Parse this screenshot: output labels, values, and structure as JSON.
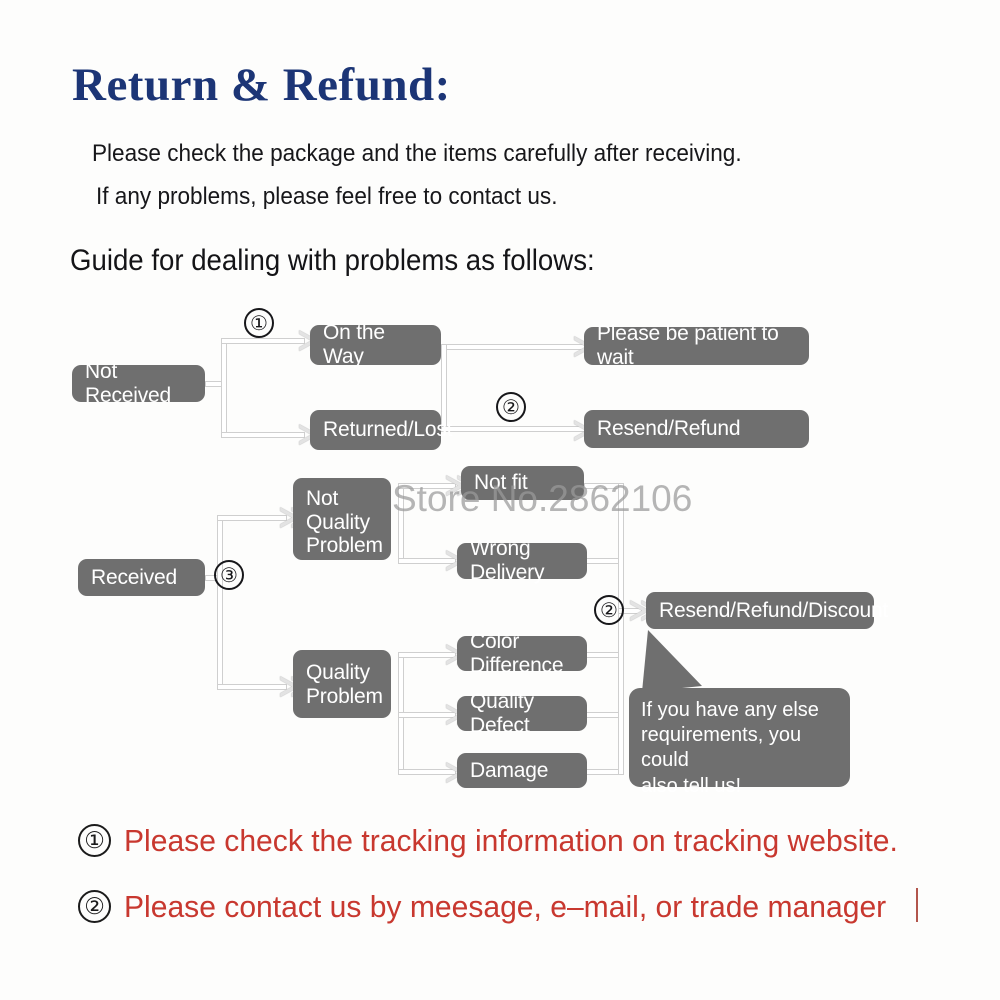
{
  "header": {
    "title": "Return & Refund:",
    "title_color": "#1c3576",
    "sub_line_1": "Please check the package and the items carefully after receiving.",
    "sub_line_2": "If any problems, please feel free to contact us.",
    "guide": "Guide for dealing with problems as follows:"
  },
  "watermark": "Store No.2862106",
  "colors": {
    "node_gray": "#6f6f6f",
    "node_text": "#ffffff",
    "connector": "#cfcfcf",
    "note_red": "#c8382f",
    "title_blue": "#1c3576",
    "background": "#fdfdfc"
  },
  "flow": {
    "markers": [
      {
        "id": "m1",
        "label": "①"
      },
      {
        "id": "m2",
        "label": "②"
      },
      {
        "id": "m3",
        "label": "③"
      },
      {
        "id": "m4",
        "label": "②"
      }
    ],
    "nodes": [
      {
        "id": "not-received",
        "label": "Not Received"
      },
      {
        "id": "on-the-way",
        "label": "On the Way"
      },
      {
        "id": "returned-lost",
        "label": "Returned/Lost"
      },
      {
        "id": "please-be-patient",
        "label": "Please be patient to wait"
      },
      {
        "id": "resend-refund",
        "label": "Resend/Refund"
      },
      {
        "id": "received",
        "label": "Received"
      },
      {
        "id": "not-quality-problem",
        "label": "Not\nQuality\nProblem"
      },
      {
        "id": "quality-problem",
        "label": "Quality\nProblem"
      },
      {
        "id": "not-fit",
        "label": "Not fit"
      },
      {
        "id": "wrong-delivery",
        "label": "Wrong Delivery"
      },
      {
        "id": "color-difference",
        "label": "Color Difference"
      },
      {
        "id": "quality-defect",
        "label": "Quality Defect"
      },
      {
        "id": "damage",
        "label": "Damage"
      },
      {
        "id": "resend-refund-discount",
        "label": "Resend/Refund/Discount"
      }
    ],
    "callout": "If you have any else\nrequirements, you could\nalso tell us!"
  },
  "notes": [
    {
      "num": "①",
      "text": "Please check the tracking information on tracking website."
    },
    {
      "num": "②",
      "text": "Please contact us by meesage, e–mail, or trade manager"
    }
  ],
  "arrow_glyph": "≫"
}
